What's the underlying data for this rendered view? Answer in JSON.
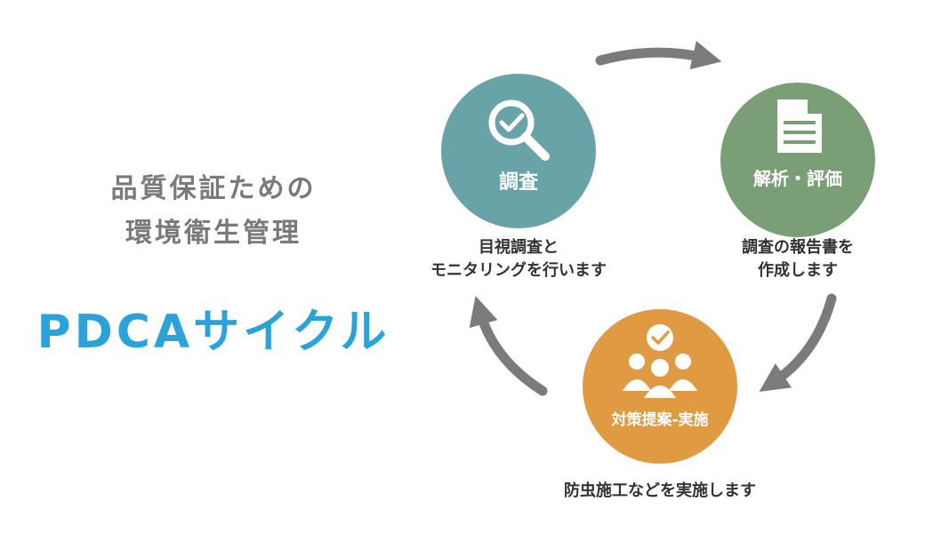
{
  "heading": {
    "subtitle_line1": "品質保証ための",
    "subtitle_line2": "環境衛生管理",
    "title": "PDCAサイクル"
  },
  "nodes": {
    "survey": {
      "label": "調査",
      "caption_line1": "目視調査と",
      "caption_line2": "モニタリングを行います",
      "color": "#68a3a8",
      "icon": "magnifier-check-icon"
    },
    "analysis": {
      "label": "解析・評価",
      "caption_line1": "調査の報告書を",
      "caption_line2": "作成します",
      "color": "#7a9e76",
      "icon": "document-icon"
    },
    "action": {
      "label": "対策提案-実施",
      "caption_line1": "防虫施工などを実施します",
      "color": "#e09a42",
      "icon": "team-check-icon"
    }
  },
  "colors": {
    "arrow": "#7b7b7b",
    "title": "#29a3da",
    "subtitle": "#7a7a7a"
  }
}
